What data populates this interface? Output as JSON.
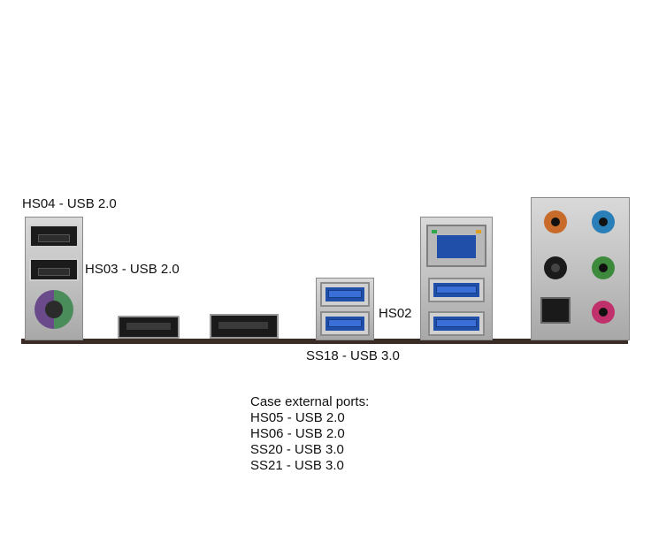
{
  "labels": {
    "hs04": "HS04 - USB 2.0",
    "hs03": "HS03 - USB 2.0",
    "hs02": "HS02",
    "ss18": "SS18 - USB 3.0"
  },
  "case_ports": {
    "title": "Case external ports:",
    "items": [
      "HS05 - USB 2.0",
      "HS06 - USB 2.0",
      "SS20 - USB 3.0",
      "SS21 - USB 3.0"
    ]
  },
  "colors": {
    "usb3_blue": "#1f4fa8",
    "ps2_purple": "#6b4a8c",
    "ps2_green": "#4a8c5a",
    "audio_orange": "#c86a2a",
    "audio_blue": "#2a7fb8",
    "audio_green": "#3d8a3d",
    "audio_pink": "#c0306a",
    "board": "#3a2c24"
  },
  "icons": [
    "usb-2-port-icon",
    "usb-3-port-icon",
    "ps2-port-icon",
    "hdmi-port-icon",
    "displayport-icon",
    "ethernet-port-icon",
    "audio-jack-icon",
    "optical-port-icon"
  ]
}
